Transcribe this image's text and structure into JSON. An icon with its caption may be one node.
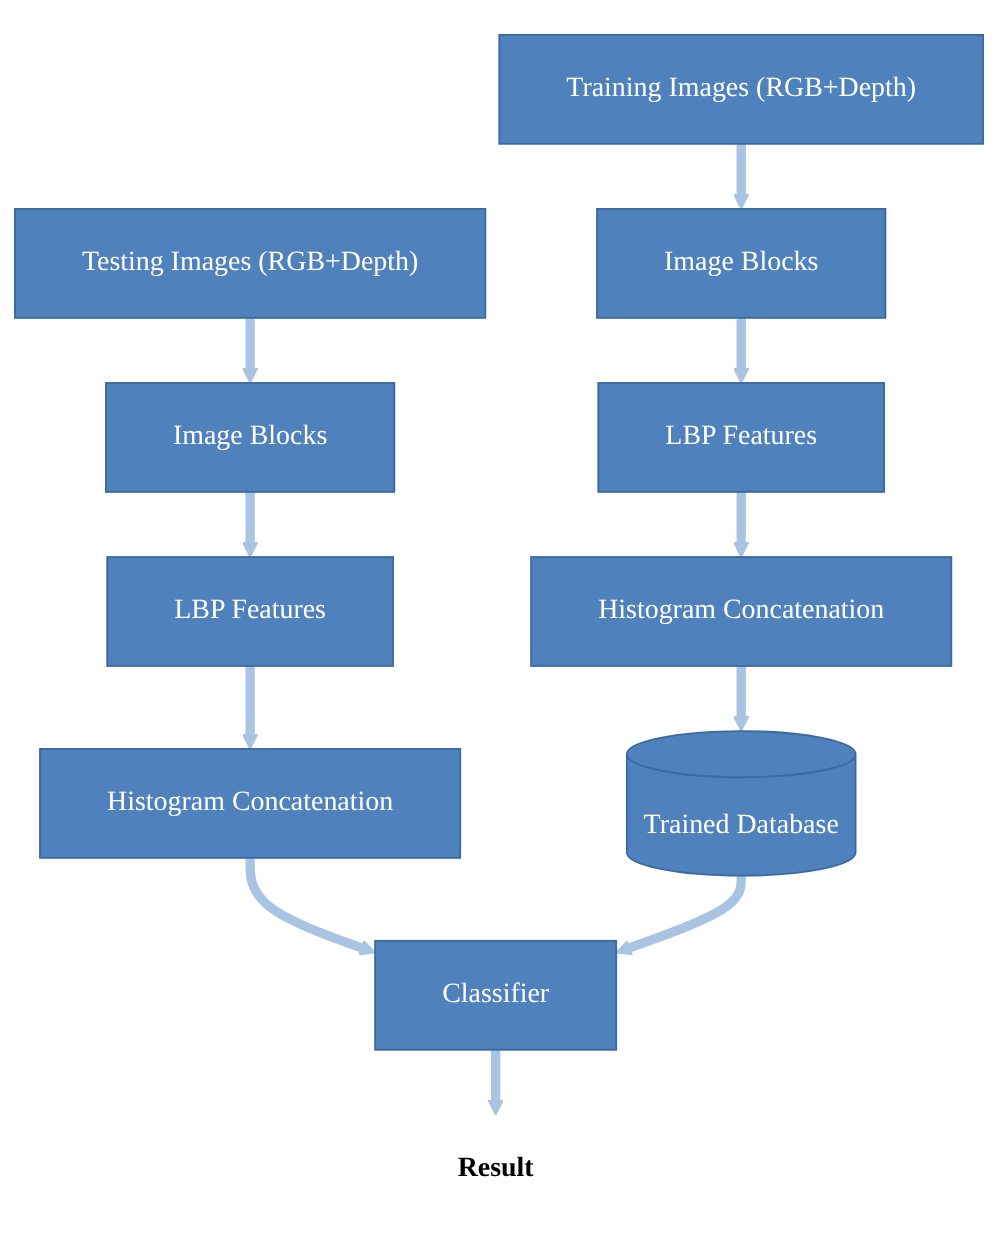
{
  "diagram": {
    "nodes": [
      {
        "text": [
          "Training Images (RGB+Depth)"
        ]
      },
      {
        "text": [
          "Image Blocks"
        ]
      },
      {
        "text": [
          "LBP Features"
        ]
      },
      {
        "text": [
          "Histogram Concatenation"
        ]
      },
      {
        "text": [
          "Trained Database"
        ]
      },
      {
        "text": [
          "Testing Images (RGB+Depth)"
        ]
      },
      {
        "text": [
          "Image Blocks"
        ]
      },
      {
        "text": [
          "LBP Features"
        ]
      },
      {
        "text": [
          "Histogram Concatenation"
        ]
      },
      {
        "text": [
          "Classifier"
        ]
      },
      {
        "text": [
          "Result"
        ]
      }
    ],
    "edges": [
      {
        "from": 0,
        "to": 1,
        "arrow": "to"
      },
      {
        "from": 1,
        "to": 2,
        "arrow": "to"
      },
      {
        "from": 2,
        "to": 3,
        "arrow": "to"
      },
      {
        "from": 3,
        "to": 4,
        "arrow": "to"
      },
      {
        "from": 5,
        "to": 6,
        "arrow": "to"
      },
      {
        "from": 6,
        "to": 7,
        "arrow": "to"
      },
      {
        "from": 7,
        "to": 8,
        "arrow": "to"
      },
      {
        "from": 8,
        "to": 9,
        "arrow": "to"
      },
      {
        "from": 4,
        "to": 9,
        "arrow": "to"
      },
      {
        "from": 9,
        "to": 10,
        "arrow": "to"
      }
    ]
  }
}
